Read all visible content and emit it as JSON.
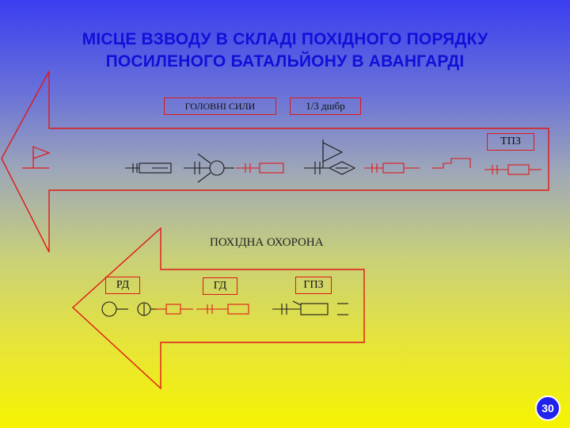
{
  "title_lines": [
    "МІСЦЕ ВЗВОДУ В СКЛАДІ ПОХІДНОГО ПОРЯДКУ",
    "ПОСИЛЕНОГО БАТАЛЬЙОНУ В АВАНГАРДІ"
  ],
  "labels": {
    "main_forces": "ГОЛОВНІ СИЛИ",
    "third_battalion": "1/3 дшбр",
    "rear_patrol": "ТПЗ",
    "march_guard": "ПОХІДНА ОХОРОНА",
    "recon_patrol": "РД",
    "head_detachment": "ГД",
    "head_patrol": "ГПЗ"
  },
  "page_number": "30",
  "colors": {
    "title": "#1010d8",
    "lines": "#e01818",
    "symbols": "#1a1a1a",
    "page_badge": "#2222ee"
  },
  "icons": [
    "flag-icon",
    "tank-icon",
    "apc-icon",
    "guard-post-icon",
    "vehicle-icon"
  ]
}
